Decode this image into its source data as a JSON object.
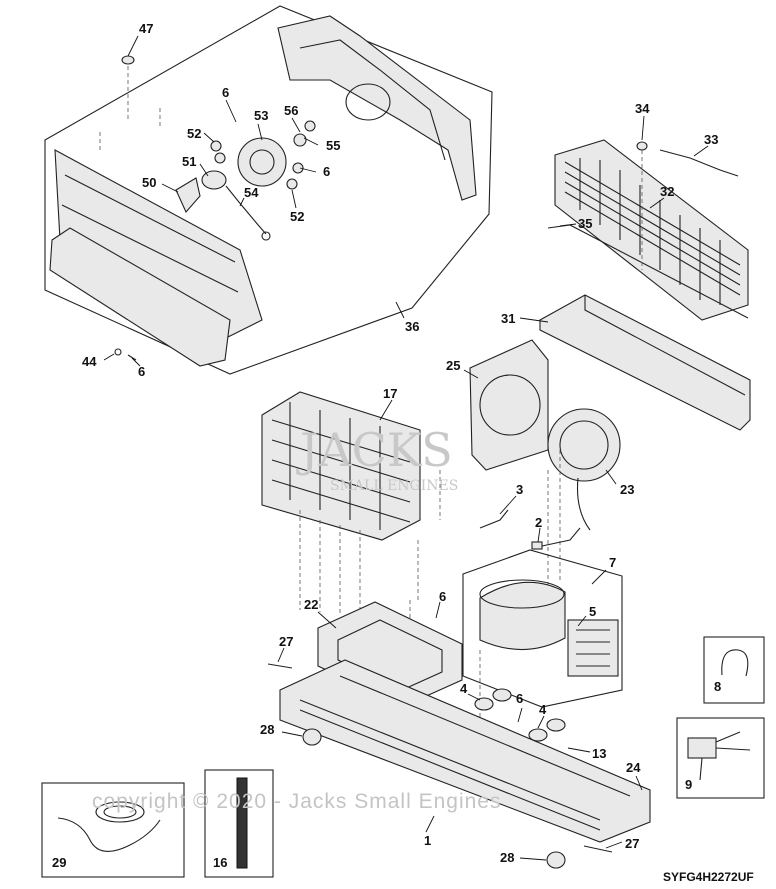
{
  "diagram": {
    "code": "SYFG4H2272UF",
    "watermark_logo_main": "JACKS",
    "watermark_logo_sub": "SMALL ENGINES",
    "copyright": "copyright © 2020 - Jacks Small Engines",
    "callouts": {
      "c47": "47",
      "c6a": "6",
      "c53": "53",
      "c56": "56",
      "c52a": "52",
      "c55": "55",
      "c51": "51",
      "c6b": "6",
      "c50": "50",
      "c54": "54",
      "c52b": "52",
      "c36": "36",
      "c44": "44",
      "c6c": "6",
      "c34": "34",
      "c33": "33",
      "c32": "32",
      "c35": "35",
      "c31": "31",
      "c25": "25",
      "c17": "17",
      "c23": "23",
      "c3": "3",
      "c2": "2",
      "c7": "7",
      "c22": "22",
      "c6d": "6",
      "c27a": "27",
      "c5": "5",
      "c8": "8",
      "c4a": "4",
      "c6e": "6",
      "c4b": "4",
      "c28a": "28",
      "c13": "13",
      "c24": "24",
      "c9": "9",
      "c1": "1",
      "c27b": "27",
      "c28b": "28",
      "c29": "29",
      "c16": "16"
    }
  }
}
